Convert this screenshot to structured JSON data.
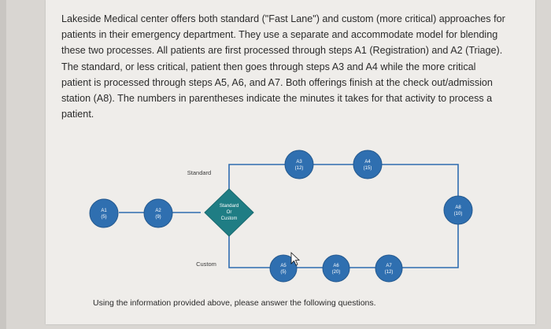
{
  "paragraph": [
    "Lakeside Medical center offers both standard (\"Fast Lane\") and custom (more critical) approaches for",
    "patients in their emergency department. They use a separate and accommodate model for blending",
    "these two processes. All patients are first processed through steps A1 (Registration) and A2 (Triage).",
    "The standard, or less critical, patient then goes through steps A3 and A4 while the more critical",
    "patient is processed through steps A5, A6, and A7. Both offerings finish at the check out/admission",
    "station (A8). The numbers in parentheses indicate the minutes it takes for that activity to process a",
    "patient."
  ],
  "flow": {
    "standard_label": "Standard",
    "custom_label": "Custom",
    "decision": [
      "Standard",
      "Or",
      "Custom"
    ],
    "nodes": {
      "a1": {
        "name": "A1",
        "time": "(5)"
      },
      "a2": {
        "name": "A2",
        "time": "(9)"
      },
      "a3": {
        "name": "A3",
        "time": "(12)"
      },
      "a4": {
        "name": "A4",
        "time": "(15)"
      },
      "a5": {
        "name": "A5",
        "time": "(5)"
      },
      "a6": {
        "name": "A6",
        "time": "(20)"
      },
      "a7": {
        "name": "A7",
        "time": "(12)"
      },
      "a8": {
        "name": "A8",
        "time": "(10)"
      }
    },
    "colors": {
      "node_fill": "#2f6fb0",
      "connector": "#2f6db0"
    }
  },
  "footer": "Using the information provided above, please answer the following questions."
}
